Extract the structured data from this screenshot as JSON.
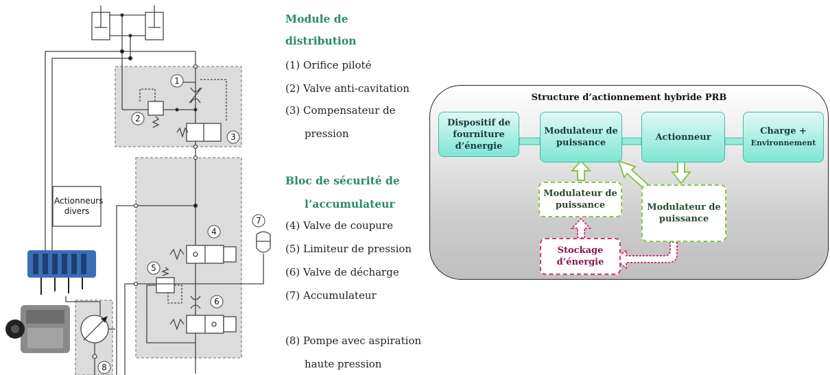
{
  "schematic": {
    "actionneurs_label_line1": "Actionneurs",
    "actionneurs_label_line2": "divers",
    "numbers": [
      "1",
      "2",
      "3",
      "4",
      "5",
      "6",
      "7",
      "8"
    ]
  },
  "legend": {
    "module_title_line1": "Module de",
    "module_title_line2": "distribution",
    "item1": "(1) Orifice piloté",
    "item2": "(2) Valve anti-cavitation",
    "item3_line1": "(3) Compensateur de",
    "item3_line2": "pression",
    "bloc_title_line1": "Bloc de sécurité de",
    "bloc_title_line2": "l’accumulateur",
    "item4": "(4) Valve de coupure",
    "item5": "(5) Limiteur de pression",
    "item6": "(6) Valve de décharge",
    "item7": "(7) Accumulateur",
    "item8_line1": "(8) Pompe avec aspiration",
    "item8_line2": "haute pression"
  },
  "structure": {
    "title": "Structure d’actionnement hybride PRB",
    "dispositif_line1": "Dispositif de",
    "dispositif_line2": "fourniture",
    "dispositif_line3": "d’énergie",
    "modulateur_top_line1": "Modulateur de",
    "modulateur_top_line2": "puissance",
    "actionneur": "Actionneur",
    "charge_line1": "Charge +",
    "charge_line2": "Environnement",
    "modulateur_mid_line1": "Modulateur de",
    "modulateur_mid_line2": "puissance",
    "modulateur_right_line1": "Modulateur de",
    "modulateur_right_line2": "puissance",
    "stockage_line1": "Stockage",
    "stockage_line2": "d’énergie"
  },
  "colors": {
    "teal_box": "#7fe5d3",
    "green_dashed": "#8bc34a",
    "pink_dashed": "#d6337a",
    "legend_title": "#2a8a6a"
  }
}
